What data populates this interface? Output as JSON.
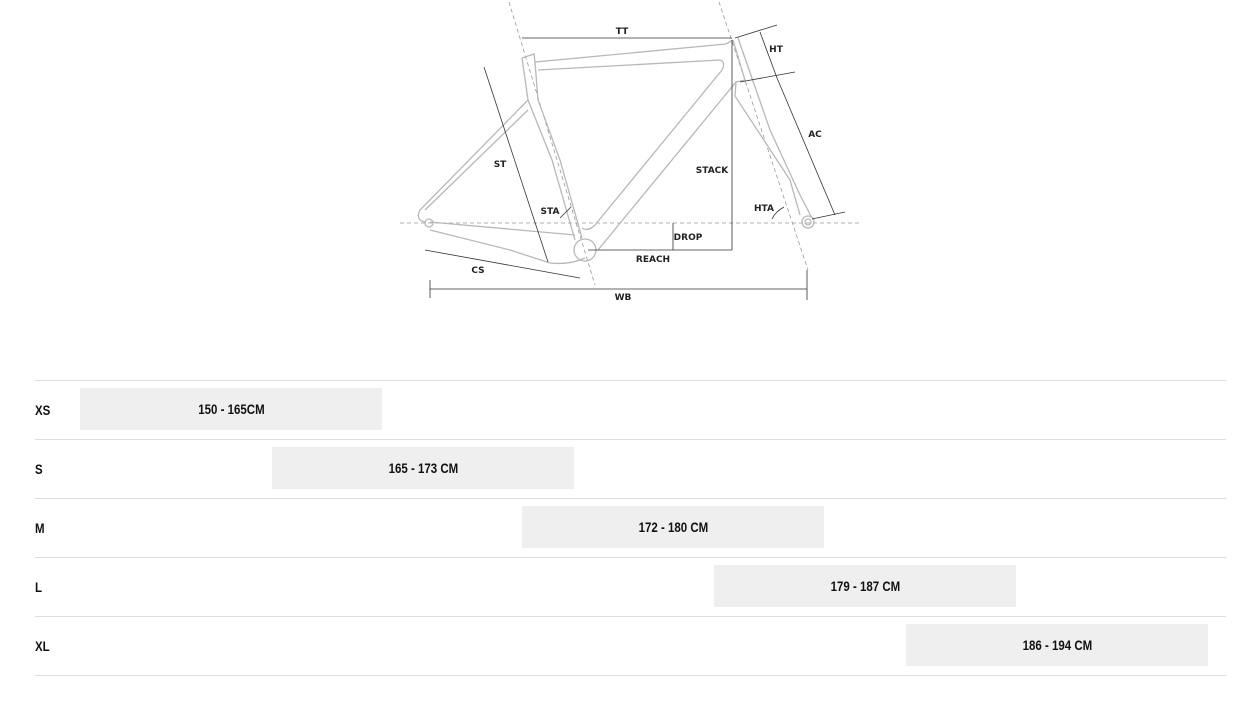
{
  "diagram": {
    "labels": {
      "tt": "TT",
      "ht": "HT",
      "ac": "AC",
      "st": "ST",
      "stack": "STACK",
      "sta": "STA",
      "hta": "HTA",
      "drop": "DROP",
      "reach": "REACH",
      "cs": "CS",
      "wb": "WB"
    }
  },
  "size_chart": {
    "rows": [
      {
        "size": "XS",
        "range": "150 - 165CM"
      },
      {
        "size": "S",
        "range": "165 - 173 CM"
      },
      {
        "size": "M",
        "range": "172 - 180 CM"
      },
      {
        "size": "L",
        "range": "179 - 187 CM"
      },
      {
        "size": "XL",
        "range": "186 - 194 CM"
      }
    ]
  }
}
